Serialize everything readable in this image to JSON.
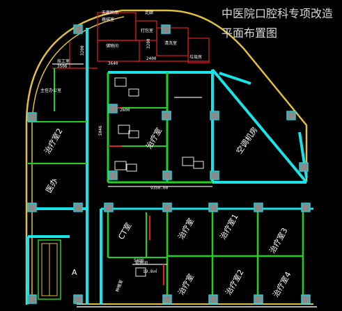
{
  "title": {
    "line1": "中医院口腔科专项改造",
    "line2": "平面布置图"
  },
  "rooms": {
    "disinfect": "无菌物品",
    "supply": "器械室",
    "storage": "储物间",
    "packing": "打包室",
    "cleaning": "清洗室",
    "garbage": "垃圾房",
    "corridor_top": "走廊",
    "office": "技工室",
    "director": "主任办公室",
    "doctor2": "治疗室2",
    "doctor_office": "医办",
    "treatment_main": "治疗室",
    "ac_room": "空调机房",
    "ct_room": "CT室",
    "treat_a": "治疗室",
    "treat_1": "治疗室1",
    "treat_3": "治疗室3",
    "treat_b": "治疗室",
    "treat_2": "治疗室2",
    "treat_4": "治疗室4",
    "consult": "种植室",
    "small_room": "观察间",
    "stair_a": "A"
  },
  "dimensions": {
    "d1": "3640",
    "d2": "2400",
    "d3": "3200",
    "d4": "3506",
    "d5": "9350.00",
    "d6": "5400",
    "d7": "2600",
    "d8": "5046",
    "d9": "3200",
    "area": "19.8㎡"
  },
  "colors": {
    "background": "#000000",
    "cyan_wall": "#19e3e8",
    "green_wall": "#1fd21f",
    "yellow_wall": "#e0c040",
    "red_wall": "#e02020"
  }
}
